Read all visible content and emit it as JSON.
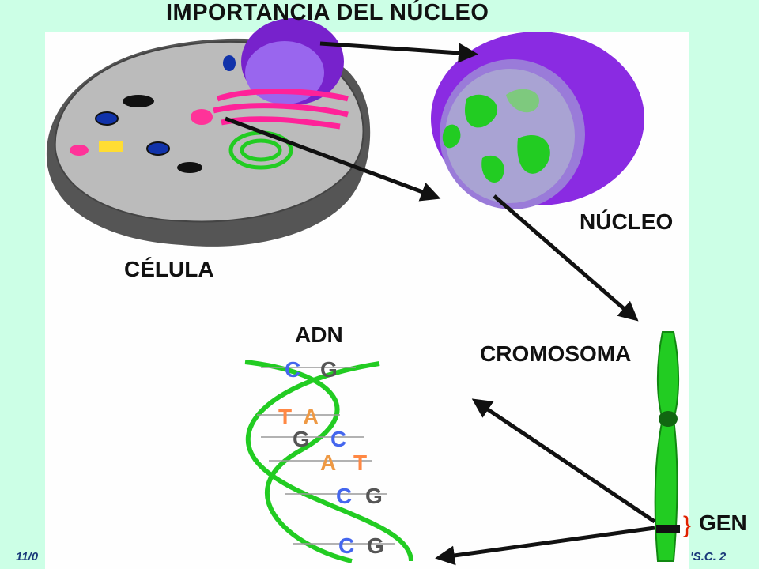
{
  "title": "IMPORTANCIA DEL NÚCLEO",
  "labels": {
    "celula": "CÉLULA",
    "nucleo": "NÚCLEO",
    "adn": "ADN",
    "cromosoma": "CROMOSOMA",
    "gen": "GEN"
  },
  "dna_bases": [
    {
      "left": "C",
      "right": "G"
    },
    {
      "left": "T",
      "right": "A"
    },
    {
      "left": "G",
      "right": "C"
    },
    {
      "left": "A",
      "right": "T"
    },
    {
      "left": "C",
      "right": "G"
    },
    {
      "left": "C",
      "right": "G"
    }
  ],
  "footer": {
    "left": "11/0",
    "right": "'S.C.   2"
  },
  "colors": {
    "background": "#ccffe6",
    "nucleus_purple": "#8a2be2",
    "chromatin_green": "#22cc22",
    "gen_brace": "#e02000"
  }
}
